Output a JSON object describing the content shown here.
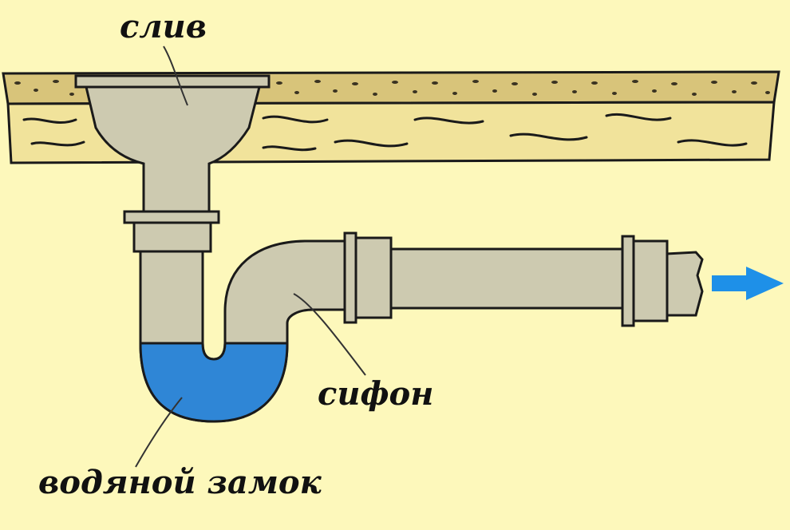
{
  "labels": {
    "drain": "слив",
    "siphon": "сифон",
    "water_seal": "водяной замок"
  },
  "colors": {
    "background": "#fdf8bb",
    "wood": "#f1e39b",
    "particle_layer": "#d8c47a",
    "pipe": "#cdcab0",
    "water": "#2f86d6",
    "arrow": "#1e90e8",
    "outline": "#1a1a1a"
  },
  "icons": {
    "flow": "arrow-right-icon"
  }
}
